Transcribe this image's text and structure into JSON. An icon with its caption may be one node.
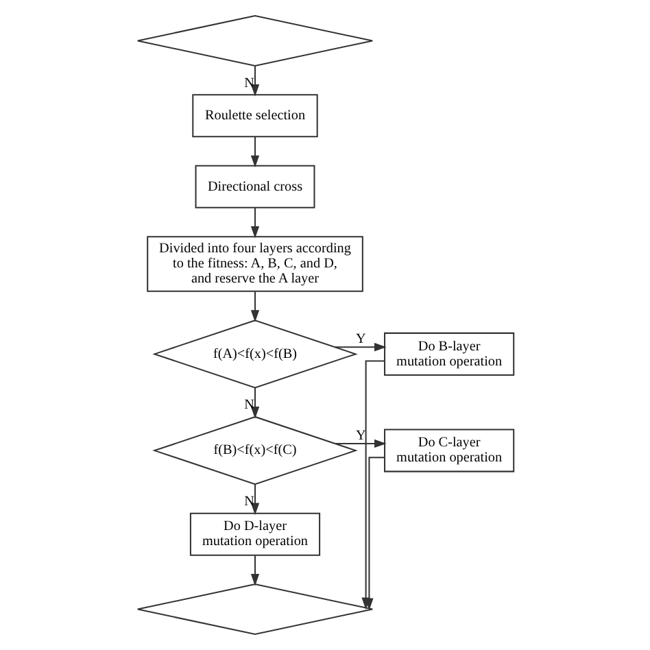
{
  "diagram": {
    "nodes": [
      {
        "text": [],
        "shape": "diamond"
      },
      {
        "text": [
          "Roulette selection"
        ]
      },
      {
        "text": [
          "Directional cross"
        ]
      },
      {
        "text": [
          "Divided into four layers according to the fitness: A, B, C, and D, and reserve the A layer"
        ]
      },
      {
        "text": [
          "f(A)<f(x)<f(B)"
        ]
      },
      {
        "text": [
          "Do B-layer mutation operation"
        ]
      },
      {
        "text": [
          "f(B)<f(x)<f(C)"
        ]
      },
      {
        "text": [
          "Do C-layer mutation operation"
        ]
      },
      {
        "text": [
          "Do D-layer mutation operation"
        ]
      },
      {
        "text": [],
        "shape": "diamond"
      }
    ],
    "edges": [
      {
        "from": 0,
        "to": 1,
        "arrow": "to",
        "label": "N"
      },
      {
        "from": 1,
        "to": 2,
        "arrow": "to"
      },
      {
        "from": 2,
        "to": 3,
        "arrow": "to"
      },
      {
        "from": 3,
        "to": 4,
        "arrow": "to"
      },
      {
        "from": 4,
        "to": 5,
        "arrow": "to",
        "label": "Y"
      },
      {
        "from": 4,
        "to": 6,
        "arrow": "to",
        "label": "N"
      },
      {
        "from": 6,
        "to": 7,
        "arrow": "to",
        "label": "Y"
      },
      {
        "from": 6,
        "to": 8,
        "arrow": "to",
        "label": "N"
      },
      {
        "from": 8,
        "to": 9,
        "arrow": "to"
      },
      {
        "from": 5,
        "to": 9,
        "arrow": "to"
      },
      {
        "from": 7,
        "to": 9,
        "arrow": "to"
      }
    ]
  }
}
